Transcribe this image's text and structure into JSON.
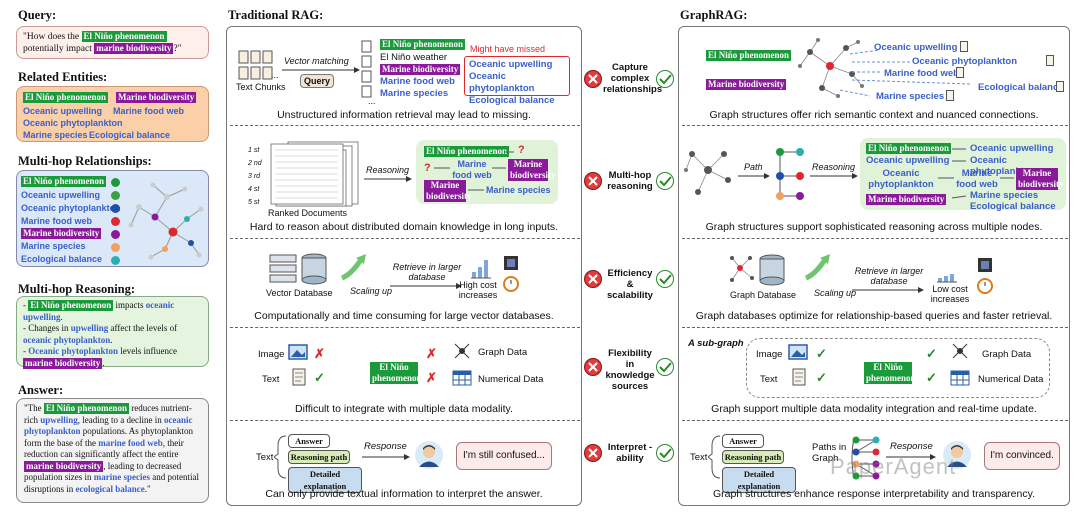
{
  "left": {
    "query_title": "Query:",
    "query_text_1": "\"How does the",
    "query_ent_1": "El Niño phenomenon",
    "query_text_2": "potentially impact",
    "query_ent_2": "marine biodiversity",
    "query_text_3": "?\"",
    "related_title": "Related Entities:",
    "related": [
      "El Niño phenomenon",
      "Marine biodiversity",
      "Oceanic upwelling",
      "Marine food web",
      "Oceanic phytoplankton",
      "Marine species",
      "Ecological balance"
    ],
    "multihop_rel_title": "Multi-hop Relationships:",
    "multihop_rel": [
      "El Niño phenomenon",
      "Oceanic upwelling",
      "Oceanic phytoplankton",
      "Marine food web",
      "Marine biodiversity",
      "Marine species",
      "Ecological balance"
    ],
    "multihop_rel_colors": [
      "#1a9a3a",
      "#3aa040",
      "#1f4fa8",
      "#e0262e",
      "#8a1a9a",
      "#f0a060",
      "#2ab0b0"
    ],
    "multihop_reason_title": "Multi-hop Reasoning:",
    "reason_1a": "- ",
    "reason_1b": "El Niño phenomenon",
    "reason_1c": " impacts ",
    "reason_1d": "oceanic upwelling",
    "reason_1e": ".",
    "reason_2a": "- Changes in ",
    "reason_2b": "upwelling",
    "reason_2c": " affect the levels of ",
    "reason_2d": "oceanic phytoplankton",
    "reason_2e": ".",
    "reason_3a": "- ",
    "reason_3b": "Oceanic phytoplankton",
    "reason_3c": " levels influence ",
    "reason_3d": "marine biodiversity",
    "reason_3e": ".",
    "answer_title": "Answer:",
    "ans_1": "\"The ",
    "ans_2": "El Niño phenomenon",
    "ans_3": " reduces nutrient-rich ",
    "ans_4": "upwelling",
    "ans_5": ", leading to a decline in ",
    "ans_6": "oceanic phytoplankton",
    "ans_7": " populations. As phytoplankton form the base of the ",
    "ans_8": "marine food web",
    "ans_9": ", their reduction can significantly affect the entire ",
    "ans_10": "marine biodiversity",
    "ans_11": ", leading to decreased population sizes in ",
    "ans_12": "marine species",
    "ans_13": " and potential disruptions in ",
    "ans_14": "ecological balance",
    "ans_15": ".\""
  },
  "trad": {
    "title": "Traditional RAG:",
    "r1": {
      "text_chunks": "Text Chunks",
      "vector_matching": "Vector matching",
      "query_btn": "Query",
      "retrieved": [
        "El Niño phenomenon",
        "El Niño weather",
        "Marine biodiversity",
        "Marine food web",
        "Marine species"
      ],
      "missed_title": "Might have missed",
      "missed": [
        "Oceanic upwelling",
        "Oceanic phytoplankton",
        "Ecological balance"
      ],
      "dots": "...",
      "caption": "Unstructured information retrieval may lead to missing."
    },
    "r2": {
      "ranks": [
        "1 st",
        "2 nd",
        "3 rd",
        "4 st",
        "5 st"
      ],
      "ranked_docs": "Ranked Documents",
      "reasoning": "Reasoning",
      "ent_1": "El Niño phenomenon",
      "q1": "?",
      "q2": "?",
      "food_web": "Marine food web",
      "bio": "Marine biodiversity",
      "bio2": "Marine biodiversity",
      "species": "Marine species",
      "caption": "Hard to reason about distributed domain knowledge in long inputs."
    },
    "r3": {
      "vector_db": "Vector Database",
      "scaling": "Scaling up",
      "retrieve": "Retrieve in larger database",
      "cost": "High cost increases",
      "caption": "Computationally and time consuming for large vector databases."
    },
    "r4": {
      "image": "Image",
      "text": "Text",
      "ent": "El Niño phenomenon",
      "graph": "Graph Data",
      "numerical": "Numerical Data",
      "caption": "Difficult to integrate with multiple data modality."
    },
    "r5": {
      "text": "Text",
      "answer": "Answer",
      "reasoning_path": "Reasoning path",
      "detailed": "Detailed explanation",
      "response": "Response",
      "bubble": "I'm still confused...",
      "caption": "Can only provide textual information to interpret the answer."
    }
  },
  "criteria": [
    "Capture complex relationships",
    "Multi-hop reasoning",
    "Efficiency & scalability",
    "Flexibility in knowledge sources",
    "Interpret -ability"
  ],
  "graph": {
    "title": "GraphRAG:",
    "r1": {
      "ent_1": "El Niño phenomenon",
      "ent_2": "Marine biodiversity",
      "items": [
        "Oceanic upwelling",
        "Oceanic phytoplankton",
        "Marine food web",
        "Ecological balance",
        "Marine species"
      ],
      "caption": "Graph structures offer rich semantic context and nuanced connections."
    },
    "r2": {
      "path": "Path",
      "reasoning": "Reasoning",
      "ent_1": "El Niño phenomenon",
      "upwelling_a": "Oceanic upwelling",
      "upwelling_b": "Oceanic upwelling",
      "phyto": "Oceanic phytoplankton",
      "food_web": "Marine food web",
      "bio": "Marine biodiversity",
      "bio2": "Marine biodiversity",
      "species": "Marine species",
      "eco": "Ecological balance",
      "caption": "Graph structures support sophisticated reasoning across multiple nodes."
    },
    "r3": {
      "graph_db": "Graph Database",
      "scaling": "Scaling up",
      "retrieve": "Retrieve in larger database",
      "cost": "Low cost increases",
      "caption": "Graph databases optimize for relationship-based queries and faster retrieval."
    },
    "r4": {
      "subgraph": "A sub-graph",
      "image": "Image",
      "text": "Text",
      "ent": "El Niño phenomenon",
      "graph": "Graph Data",
      "numerical": "Numerical Data",
      "caption": "Graph support multiple data modality integration and real-time update."
    },
    "r5": {
      "text": "Text",
      "answer": "Answer",
      "reasoning_path": "Reasoning path",
      "detailed": "Detailed explanation",
      "paths": "Paths in Graph",
      "response": "Response",
      "bubble": "I'm convinced.",
      "watermark": "PaperAgent",
      "caption": "Graph structures enhance response interpretability and transparency."
    }
  },
  "colors": {
    "green": "#1a9a3a",
    "purple": "#8a1a9a",
    "blue": "#3a5fc9",
    "red": "#e23b3b"
  }
}
